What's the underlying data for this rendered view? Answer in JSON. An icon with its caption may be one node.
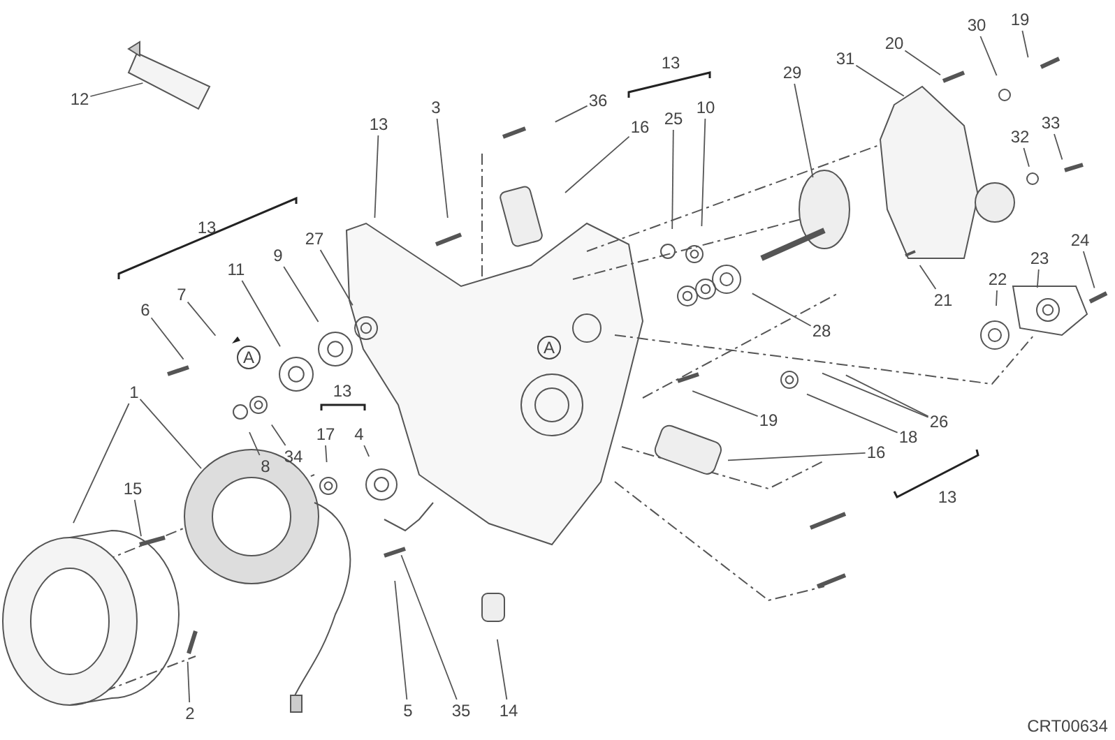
{
  "diagram": {
    "nodes": [
      {
        "text": [
          "12"
        ]
      },
      {
        "text": [
          "3"
        ]
      },
      {
        "text": [
          "19"
        ]
      },
      {
        "text": [
          "30"
        ]
      },
      {
        "text": [
          "20"
        ]
      },
      {
        "text": [
          "31"
        ]
      },
      {
        "text": [
          "29"
        ]
      },
      {
        "text": [
          "36"
        ]
      },
      {
        "text": [
          "10"
        ]
      },
      {
        "text": [
          "25"
        ]
      },
      {
        "text": [
          "16"
        ]
      },
      {
        "text": [
          "13"
        ]
      },
      {
        "text": [
          "33"
        ]
      },
      {
        "text": [
          "32"
        ]
      },
      {
        "text": [
          "27"
        ]
      },
      {
        "text": [
          "9"
        ]
      },
      {
        "text": [
          "11"
        ]
      },
      {
        "text": [
          "7"
        ]
      },
      {
        "text": [
          "6"
        ]
      },
      {
        "text": [
          "24"
        ]
      },
      {
        "text": [
          "23"
        ]
      },
      {
        "text": [
          "22"
        ]
      },
      {
        "text": [
          "21"
        ]
      },
      {
        "text": [
          "28"
        ]
      },
      {
        "text": [
          "1"
        ]
      },
      {
        "text": [
          "17"
        ]
      },
      {
        "text": [
          "4"
        ]
      },
      {
        "text": [
          "34"
        ]
      },
      {
        "text": [
          "8"
        ]
      },
      {
        "text": [
          "19"
        ]
      },
      {
        "text": [
          "26"
        ]
      },
      {
        "text": [
          "18"
        ]
      },
      {
        "text": [
          "16"
        ]
      },
      {
        "text": [
          "15"
        ]
      },
      {
        "text": [
          "2"
        ]
      },
      {
        "text": [
          "5"
        ]
      },
      {
        "text": [
          "35"
        ]
      },
      {
        "text": [
          "14"
        ]
      }
    ],
    "edges": [
      {
        "from": 0,
        "to": null,
        "arrow": "none"
      },
      {
        "from": 1,
        "to": null,
        "arrow": "none"
      },
      {
        "from": 2,
        "to": null,
        "arrow": "none"
      },
      {
        "from": 3,
        "to": null,
        "arrow": "none"
      },
      {
        "from": 4,
        "to": null,
        "arrow": "none"
      },
      {
        "from": 5,
        "to": null,
        "arrow": "none"
      },
      {
        "from": 6,
        "to": null,
        "arrow": "none"
      },
      {
        "from": 7,
        "to": null,
        "arrow": "none"
      },
      {
        "from": 8,
        "to": null,
        "arrow": "none"
      },
      {
        "from": 9,
        "to": null,
        "arrow": "none"
      },
      {
        "from": 10,
        "to": null,
        "arrow": "none"
      },
      {
        "from": 11,
        "to": null,
        "arrow": "none"
      },
      {
        "from": 12,
        "to": null,
        "arrow": "none"
      },
      {
        "from": 13,
        "to": null,
        "arrow": "none"
      },
      {
        "from": 14,
        "to": null,
        "arrow": "none"
      },
      {
        "from": 15,
        "to": null,
        "arrow": "none"
      },
      {
        "from": 16,
        "to": null,
        "arrow": "none"
      },
      {
        "from": 17,
        "to": null,
        "arrow": "none"
      },
      {
        "from": 18,
        "to": null,
        "arrow": "none"
      },
      {
        "from": 19,
        "to": null,
        "arrow": "none"
      },
      {
        "from": 20,
        "to": null,
        "arrow": "none"
      },
      {
        "from": 21,
        "to": null,
        "arrow": "none"
      },
      {
        "from": 22,
        "to": null,
        "arrow": "none"
      },
      {
        "from": 23,
        "to": null,
        "arrow": "none"
      },
      {
        "from": 24,
        "to": null,
        "arrow": "none"
      },
      {
        "from": 24,
        "to": null,
        "arrow": "none"
      },
      {
        "from": 25,
        "to": null,
        "arrow": "none"
      },
      {
        "from": 26,
        "to": null,
        "arrow": "none"
      },
      {
        "from": 27,
        "to": null,
        "arrow": "none"
      },
      {
        "from": 28,
        "to": null,
        "arrow": "none"
      },
      {
        "from": 29,
        "to": null,
        "arrow": "none"
      },
      {
        "from": 30,
        "to": null,
        "arrow": "none"
      },
      {
        "from": 30,
        "to": null,
        "arrow": "none"
      },
      {
        "from": 31,
        "to": null,
        "arrow": "none"
      },
      {
        "from": 32,
        "to": null,
        "arrow": "none"
      },
      {
        "from": 33,
        "to": null,
        "arrow": "none"
      },
      {
        "from": 34,
        "to": null,
        "arrow": "none"
      },
      {
        "from": 35,
        "to": null,
        "arrow": "none"
      },
      {
        "from": 36,
        "to": null,
        "arrow": "none"
      },
      {
        "from": 37,
        "to": null,
        "arrow": "none"
      }
    ],
    "labels": [
      "13",
      "13",
      "A",
      "A",
      "13",
      "13",
      "CRT00634"
    ]
  }
}
